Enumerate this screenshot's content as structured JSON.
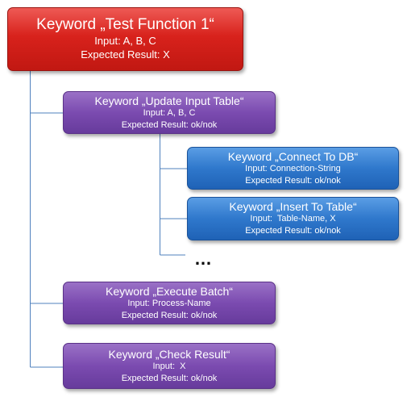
{
  "nodes": {
    "root": {
      "title": "Keyword „Test Function 1“",
      "input": "Input: A, B, C",
      "expected": "Expected Result: X"
    },
    "update": {
      "title": "Keyword „Update Input Table“",
      "input": "Input: A, B, C",
      "expected": "Expected Result: ok/nok"
    },
    "connect": {
      "title": "Keyword „Connect To DB“",
      "input": "Input: Connection-String",
      "expected": "Expected Result: ok/nok"
    },
    "insert": {
      "title": "Keyword „Insert To Table“",
      "input": "Input:  Table-Name, X",
      "expected": "Expected Result: ok/nok"
    },
    "execute": {
      "title": "Keyword „Execute Batch“",
      "input": "Input: Process-Name",
      "expected": "Expected Result: ok/nok"
    },
    "check": {
      "title": "Keyword „Check Result“",
      "input": "Input:  X",
      "expected": "Expected Result: ok/nok"
    }
  },
  "ellipsis": "…",
  "colors": {
    "root": "#d8221c",
    "keyword": "#7b4bb0",
    "sub_keyword": "#2f78cc",
    "connector": "#4f81bd"
  }
}
